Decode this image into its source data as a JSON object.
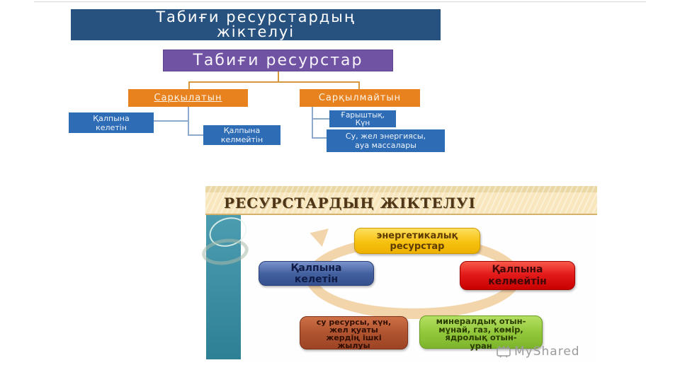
{
  "top_diagram": {
    "title": "Табиғи ресурстардың\nжіктелуі",
    "root_label": "Табиғи ресурстар",
    "left_branch": {
      "label": "Сарқылатын",
      "children": [
        {
          "label": "Қалпына\nкелетін"
        },
        {
          "label": "Қалпына\nкелмейтін"
        }
      ]
    },
    "right_branch": {
      "label": "Сарқылмайтын",
      "children": [
        {
          "label": "Ғарыштық,\nКүн"
        },
        {
          "label": "Су, жел энергиясы,\nауа массалары"
        }
      ]
    }
  },
  "bottom_diagram": {
    "title": "РЕСУРСТАРДЫҢ ЖІКТЕЛУІ",
    "cycle_nodes": [
      {
        "position": "top",
        "label": "энергетикалық\nресурстар",
        "color": "#f6c211"
      },
      {
        "position": "right",
        "label": "Қалпына\nкелмейтін",
        "color": "#e41b1b"
      },
      {
        "position": "bottom-right",
        "label": "минералдық отын-\nмұнай, газ, көмір,\nядролық отын-\nуран",
        "color": "#93c83c"
      },
      {
        "position": "bottom-left",
        "label": "су ресурсы, күн,\nжел қуаты\nжердің ішкі\nжылуы",
        "color": "#b05430"
      },
      {
        "position": "left",
        "label": "Қалпына\nкелетін",
        "color": "#44619f"
      }
    ],
    "watermark": "MyShared"
  },
  "colors": {
    "top_title_bg": "#27517f",
    "root_bg": "#7153a3",
    "branch_bg": "#e8821f",
    "leaf_bg": "#2e6cb5",
    "connector_top": "#d6973d",
    "connector_sub": "#8da9cc",
    "banner_bg": "#f8e7bc",
    "banner_text": "#4e3517",
    "sidebar_teal": "#3d93a9",
    "cycle_ring": "#f3d5ab",
    "watermark_gray": "#9b9b9b"
  }
}
